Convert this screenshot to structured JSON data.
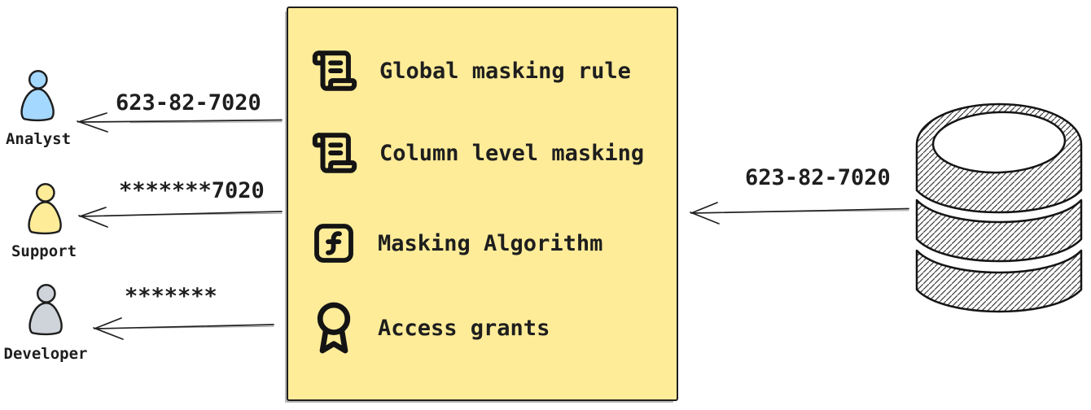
{
  "policy_box": {
    "background_color": "#ffec99",
    "border_color": "#1e1e1e",
    "items": [
      {
        "icon": "scroll-text-icon",
        "label": "Global masking rule"
      },
      {
        "icon": "scroll-text-icon",
        "label": "Column level masking"
      },
      {
        "icon": "function-square-icon",
        "label": "Masking Algorithm"
      },
      {
        "icon": "award-icon",
        "label": "Access grants"
      }
    ]
  },
  "source_database": {
    "icon": "database-icon",
    "flow_value": "623-82-7020"
  },
  "consumers": [
    {
      "role": "Analyst",
      "received_value": "623-82-7020",
      "icon": "person-icon",
      "fill_color": "#a5d8ff"
    },
    {
      "role": "Support",
      "received_value": "*******7020",
      "icon": "person-icon",
      "fill_color": "#ffec99"
    },
    {
      "role": "Developer",
      "received_value": "*******",
      "icon": "person-icon",
      "fill_color": "#ced4da"
    }
  ],
  "text_color": "#1e1e1e"
}
